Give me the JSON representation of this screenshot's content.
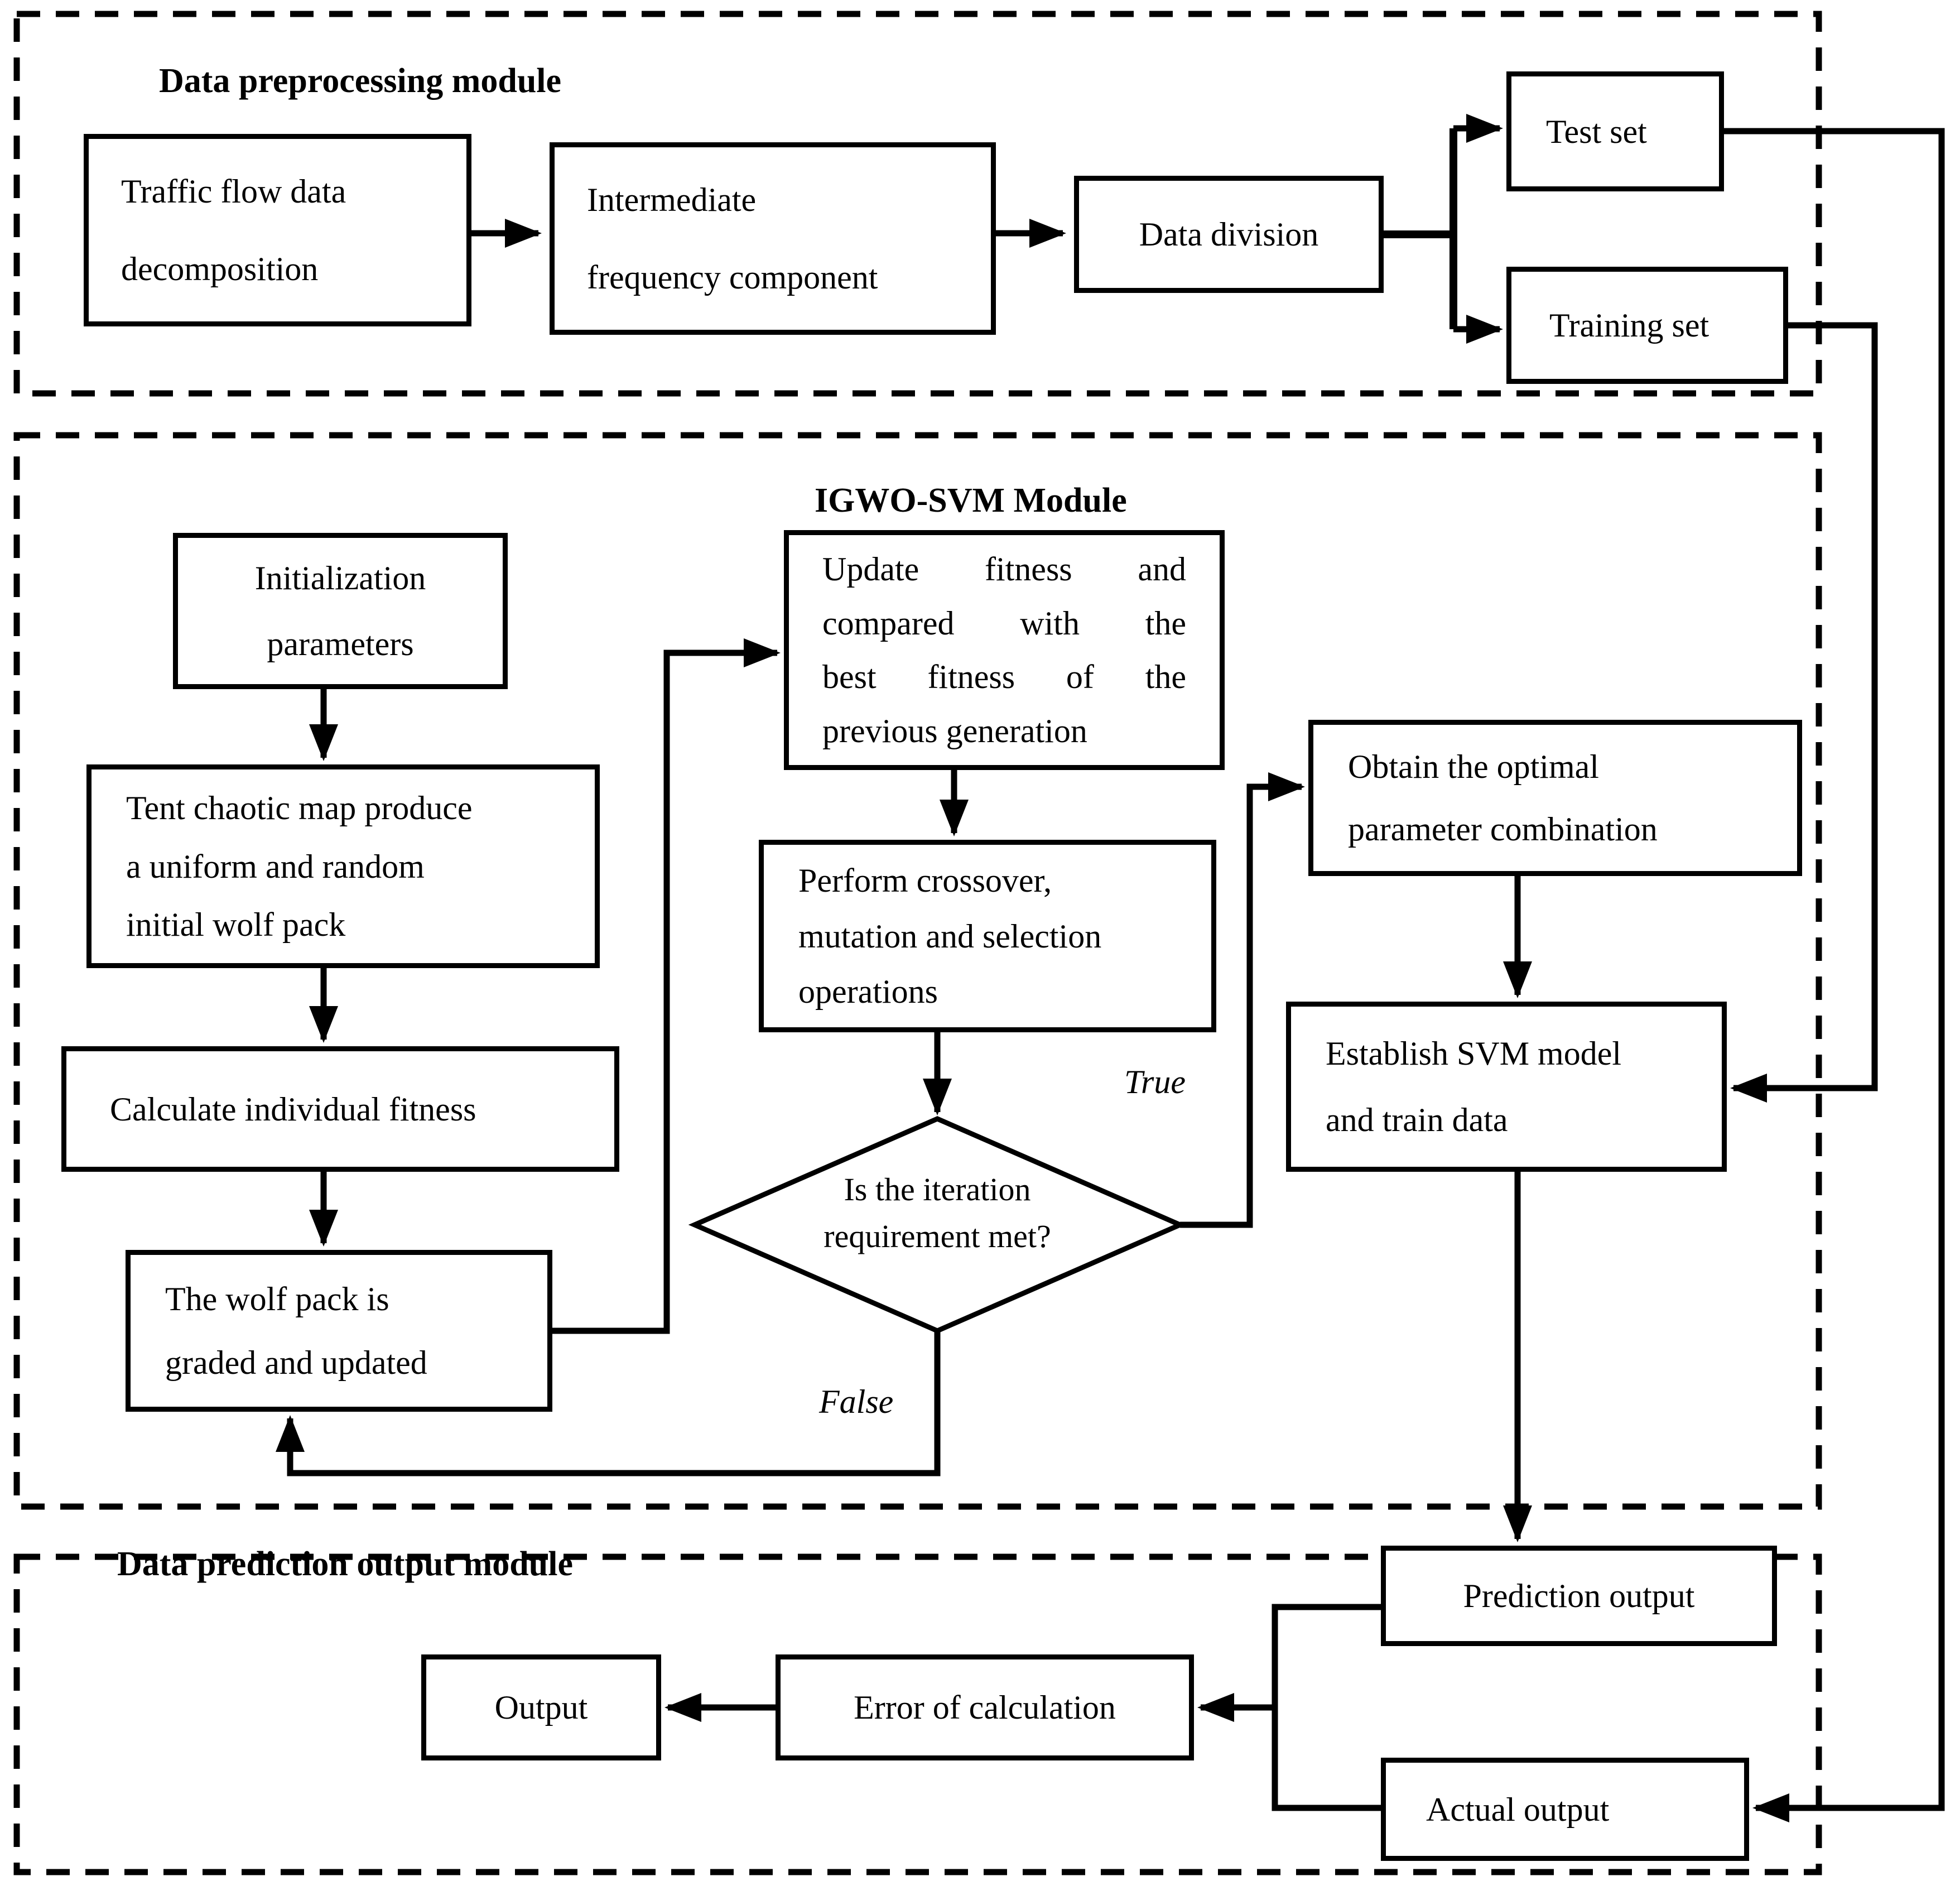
{
  "colors": {
    "ink": "#000000",
    "background": "#ffffff"
  },
  "modules": {
    "preprocessing": {
      "title": "Data preprocessing module"
    },
    "igwo": {
      "title": "IGWO-SVM Module"
    },
    "prediction": {
      "title": "Data prediction output module"
    }
  },
  "nodes": {
    "traffic": {
      "line1": "Traffic flow data",
      "line2": "decomposition"
    },
    "intermediate": {
      "line1": "Intermediate",
      "line2": "frequency component"
    },
    "data_division": {
      "label": "Data division"
    },
    "test_set": {
      "label": "Test set"
    },
    "training_set": {
      "label": "Training set"
    },
    "init_params": {
      "line1": "Initialization",
      "line2": "parameters"
    },
    "tent": {
      "line1": "Tent chaotic map produce",
      "line2": "a uniform and random",
      "line3": "initial wolf pack"
    },
    "calc_fitness": {
      "label": "Calculate individual fitness"
    },
    "wolf_pack": {
      "line1": "The wolf pack is",
      "line2": "graded and updated"
    },
    "update_fitness": {
      "line1": "Update fitness and",
      "line2": "compared with the",
      "line3": "best fitness of the",
      "line4": "previous generation"
    },
    "perform": {
      "line1": "Perform crossover,",
      "line2": "mutation and selection",
      "line3": "operations"
    },
    "iteration": {
      "line1": "Is the iteration",
      "line2": "requirement met?"
    },
    "obtain": {
      "line1": "Obtain the optimal",
      "line2": "parameter combination"
    },
    "establish": {
      "line1": "Establish SVM model",
      "line2": "and train data"
    },
    "prediction_output": {
      "label": "Prediction output"
    },
    "actual_output": {
      "label": "Actual output"
    },
    "error_calc": {
      "label": "Error of calculation"
    },
    "final_output": {
      "label": "Output"
    }
  },
  "edge_labels": {
    "true_label": "True",
    "false_label": "False"
  }
}
